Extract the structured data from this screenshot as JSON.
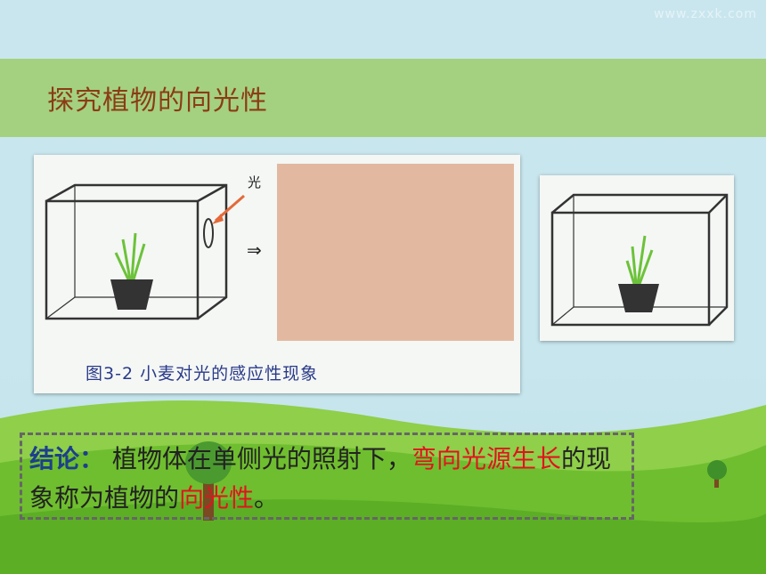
{
  "watermark": "www.zxxk.com",
  "title": "探究植物的向光性",
  "figure": {
    "light_label": "光",
    "arrow": "⇒",
    "caption": "图3-2  小麦对光的感应性现象"
  },
  "conclusion": {
    "label": "结论：",
    "text1": "植物体在单侧光的照射下，",
    "highlight1": "弯向光源生长",
    "text2": "的现象称为植物的",
    "highlight2": "向光性",
    "text3": "。"
  },
  "colors": {
    "title_band": "#a4d17f",
    "title_text": "#8b3c15",
    "highlight": "#e0141e",
    "label": "#1d3f8c",
    "pink_cover": "#e2b9a0"
  }
}
